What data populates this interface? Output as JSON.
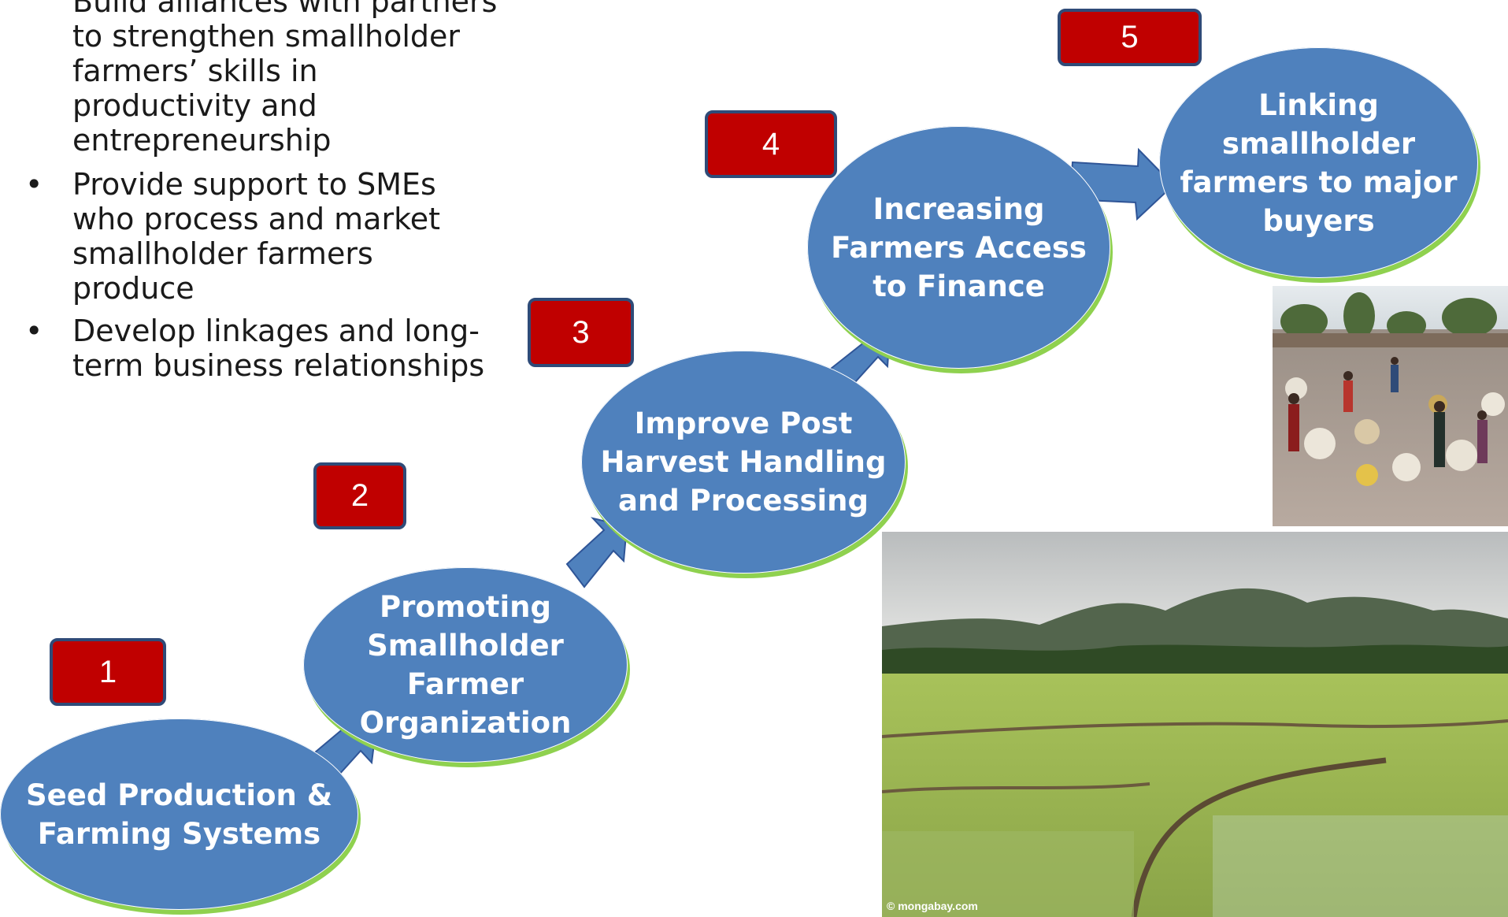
{
  "bullets": {
    "item1": "Build alliances with partners to strengthen smallholder farmers’ skills  in productivity and entrepreneurship",
    "item2": " Provide support to SMEs who process and market smallholder farmers produce",
    "item3": " Develop linkages and long-term business relationships",
    "marker": "•"
  },
  "steps": [
    {
      "number": "1",
      "label": "Seed Production & Farming Systems"
    },
    {
      "number": "2",
      "label": "Promoting Smallholder Farmer Organization"
    },
    {
      "number": "3",
      "label": "Improve Post Harvest Handling and Processing"
    },
    {
      "number": "4",
      "label": "Increasing Farmers Access to Finance"
    },
    {
      "number": "5",
      "label": "Linking smallholder farmers to major buyers"
    }
  ],
  "photos": {
    "rice_credit": "© mongabay.com"
  },
  "colors": {
    "ellipse": "#4f81bd",
    "badge": "#c00000",
    "glow": "#8fd14f"
  }
}
